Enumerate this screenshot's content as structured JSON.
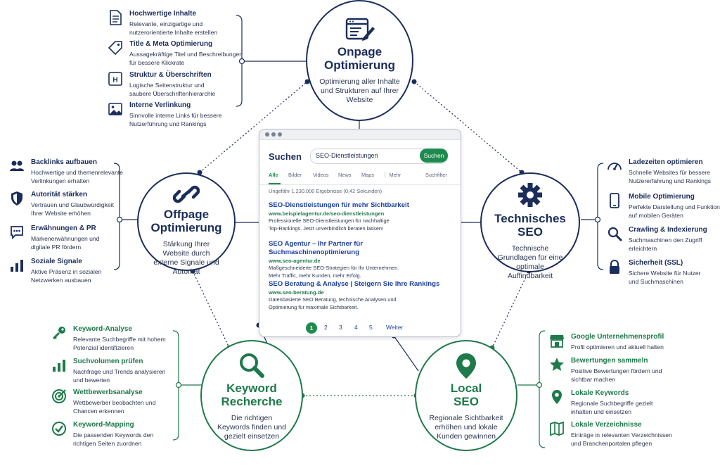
{
  "circles": {
    "onpage": {
      "title1": "Onpage",
      "title2": "Optimierung",
      "desc": "Optimierung aller Inhalte und Strukturen auf Ihrer Website",
      "icon": "edit-document-icon"
    },
    "offpage": {
      "title1": "Offpage",
      "title2": "Optimierung",
      "desc": "Stärkung Ihrer Website durch externe Signale und Autorität",
      "icon": "link-icon"
    },
    "technisch": {
      "title1": "Technisches",
      "title2": "SEO",
      "desc": "Technische Grundlagen für eine optimale Auffindbarkeit",
      "icon": "gear-icon"
    },
    "keyword": {
      "title1": "Keyword",
      "title2": "Recherche",
      "desc": "Die richtigen Keywords finden und gezielt einsetzen",
      "icon": "magnifier-icon"
    },
    "local": {
      "title1": "Local",
      "title2": "SEO",
      "desc": "Regionale Sichtbarkeit erhöhen und lokale Kunden gewinnen",
      "icon": "map-pin-icon"
    }
  },
  "onpage_items": [
    {
      "title": "Hochwertige Inhalte",
      "desc1": "Relevante, einzigartige und",
      "desc2": "nutzerorientierte Inhalte erstellen",
      "icon": "document-icon"
    },
    {
      "title": "Title & Meta Optimierung",
      "desc1": "Aussagekräftige Titel und Beschreibungen",
      "desc2": "für bessere Klickrate",
      "icon": "tag-icon"
    },
    {
      "title": "Struktur & Überschriften",
      "desc1": "Logische Seitenstruktur und",
      "desc2": "saubere Überschriftenhierarchie",
      "icon": "heading-icon"
    },
    {
      "title": "Interne Verlinkung",
      "desc1": "Sinnvolle interne Links für bessere",
      "desc2": "Nutzerführung und Rankings",
      "icon": "image-icon"
    }
  ],
  "offpage_items": [
    {
      "title": "Backlinks aufbauen",
      "desc1": "Hochwertige und themenrelevante",
      "desc2": "Verlinkungen erhalten",
      "icon": "users-icon"
    },
    {
      "title": "Autorität stärken",
      "desc1": "Vertrauen und Glaubwürdigkeit",
      "desc2": "Ihrer Website erhöhen",
      "icon": "shield-icon"
    },
    {
      "title": "Erwähnungen & PR",
      "desc1": "Markenerwähnungen und",
      "desc2": "digitale PR fördern",
      "icon": "chat-icon"
    },
    {
      "title": "Soziale Signale",
      "desc1": "Aktive Präsenz in sozialen",
      "desc2": "Netzwerken ausbauen",
      "icon": "bar-chart-icon"
    }
  ],
  "technical_items": [
    {
      "title": "Ladezeiten optimieren",
      "desc1": "Schnelle Websites für bessere",
      "desc2": "Nutzererfahrung und Rankings",
      "icon": "speedometer-icon"
    },
    {
      "title": "Mobile Optimierung",
      "desc1": "Perfekte Darstellung und Funktion",
      "desc2": "auf mobilen Geräten",
      "icon": "smartphone-icon"
    },
    {
      "title": "Crawling & Indexierung",
      "desc1": "Suchmaschinen den Zugriff",
      "desc2": "erleichtern",
      "icon": "search-icon"
    },
    {
      "title": "Sicherheit (SSL)",
      "desc1": "Sichere Website für Nutzer",
      "desc2": "und Suchmaschinen",
      "icon": "lock-icon"
    }
  ],
  "keyword_items": [
    {
      "title": "Keyword-Analyse",
      "desc1": "Relevante Suchbegriffe mit hohem",
      "desc2": "Potenzial identifizieren",
      "icon": "key-icon"
    },
    {
      "title": "Suchvolumen prüfen",
      "desc1": "Nachfrage und Trends analysieren",
      "desc2": "und bewerten",
      "icon": "bar-chart-icon"
    },
    {
      "title": "Wettbewerbsanalyse",
      "desc1": "Wettbewerber beobachten und",
      "desc2": "Chancen erkennen",
      "icon": "target-icon"
    },
    {
      "title": "Keyword-Mapping",
      "desc1": "Die passenden Keywords den",
      "desc2": "richtigen Seiten zuordnen",
      "icon": "check-circle-icon"
    }
  ],
  "local_items": [
    {
      "title": "Google Unternehmensprofil",
      "desc1": "Profil optimieren und aktuell halten",
      "desc2": "",
      "icon": "store-icon"
    },
    {
      "title": "Bewertungen sammeln",
      "desc1": "Positive Bewertungen fördern und",
      "desc2": "sichtbar machen",
      "icon": "star-icon"
    },
    {
      "title": "Lokale Keywords",
      "desc1": "Regionale Suchbegriffe gezielt",
      "desc2": "inhalten und einsetzen",
      "icon": "location-icon"
    },
    {
      "title": "Lokale Verzeichnisse",
      "desc1": "Einträge in relevanten Verzeichnissen",
      "desc2": "und Branchenportalen pflegen",
      "icon": "map-icon"
    }
  ],
  "browser": {
    "logo": "Suchen",
    "query": "SEO-Dienstleistungen",
    "search_button": "Suchen",
    "tabs": [
      "Alle",
      "Bilder",
      "Videos",
      "News",
      "Maps",
      "⋮ Mehr",
      "Suchfilter"
    ],
    "result_count": "Ungefähr 1.230.000 Ergebnisse (0,42 Sekunden)",
    "results": [
      {
        "title": "SEO-Dienstleistungen für mehr Sichtbarkeit",
        "url": "www.beispielagentur.de/seo-dienstleistungen",
        "snippet1": "Professionelle SEO-Dienstleistungen für nachhaltige",
        "snippet2": "Top-Rankings. Jetzt unverbindlich beraten lassen!"
      },
      {
        "title": "SEO Agentur – Ihr Partner für Suchmaschinenoptimierung",
        "url": "www.seo-agentur.de",
        "snippet1": "Maßgeschneiderte SEO-Strategien für Ihr Unternehmen.",
        "snippet2": "Mehr Traffic, mehr Kunden, mehr Erfolg."
      },
      {
        "title": "SEO Beratung & Analyse | Steigern Sie Ihre Rankings",
        "url": "www.seo-beratung.de",
        "snippet1": "Datenbasierte SEO Beratung, technische Analysen und",
        "snippet2": "Optimierung für maximale Sichtbarkeit."
      }
    ],
    "pages": [
      "1",
      "2",
      "3",
      "4",
      "5"
    ],
    "next": "Weiter"
  },
  "colors": {
    "blue": "#1b2d5b",
    "green": "#1e7a4a",
    "link": "#1a3fa0"
  }
}
